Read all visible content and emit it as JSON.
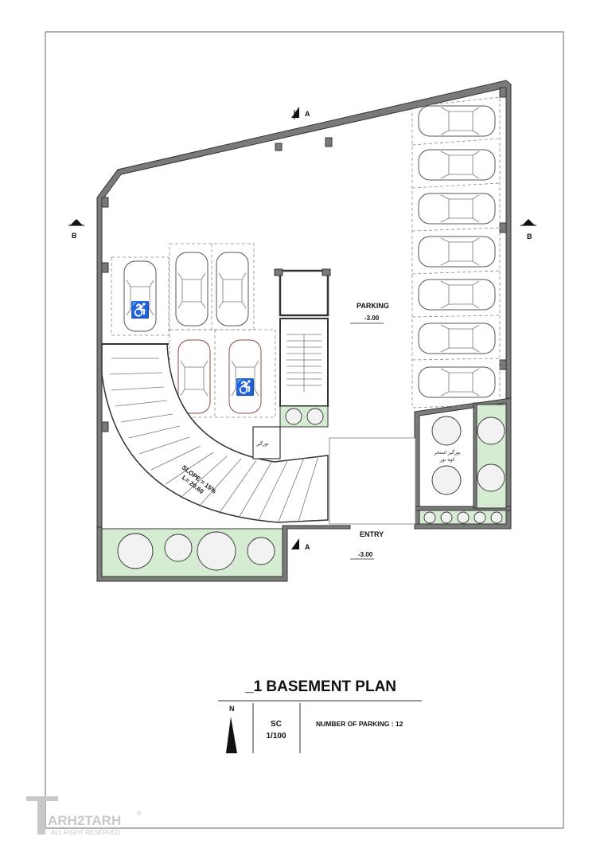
{
  "drawing": {
    "title": "_1  BASEMENT  PLAN",
    "scale_label": "SC",
    "scale_value": "1/100",
    "parking_count_label": "NUMBER OF PARKING :  12",
    "north_label": "N"
  },
  "labels": {
    "parking": "PARKING",
    "parking_level": "-3.00",
    "entry": "ENTRY",
    "entry_level": "-3.00",
    "slope_line1": "SLOPE = 15%",
    "slope_line2": "L= 20.60",
    "section_a": "A",
    "section_b": "B",
    "light_well_small": "نورگیر",
    "light_well_pool_line1": "نورگیر استخر",
    "light_well_pool_line2": "کوه نور"
  },
  "watermark": {
    "brand": "ARH2TARH",
    "rights": "ALL RIGHT RESERVED",
    "reg_mark": "®"
  },
  "colors": {
    "wall": "#7a7a7a",
    "garden": "#d6ecd2",
    "accessible_car": "#8b4a4a"
  }
}
